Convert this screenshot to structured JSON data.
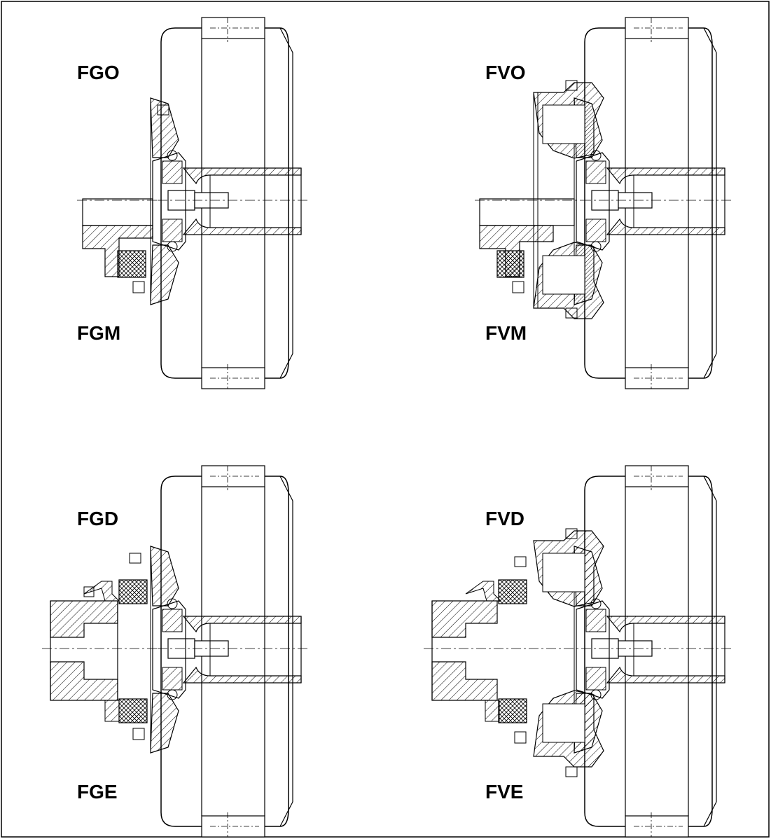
{
  "labels": {
    "fgo": "FGO",
    "fgm": "FGM",
    "fvo": "FVO",
    "fvm": "FVM",
    "fgd": "FGD",
    "fge": "FGE",
    "fvd": "FVD",
    "fve": "FVE"
  },
  "colors": {
    "line": "#000000",
    "background": "#ffffff"
  }
}
